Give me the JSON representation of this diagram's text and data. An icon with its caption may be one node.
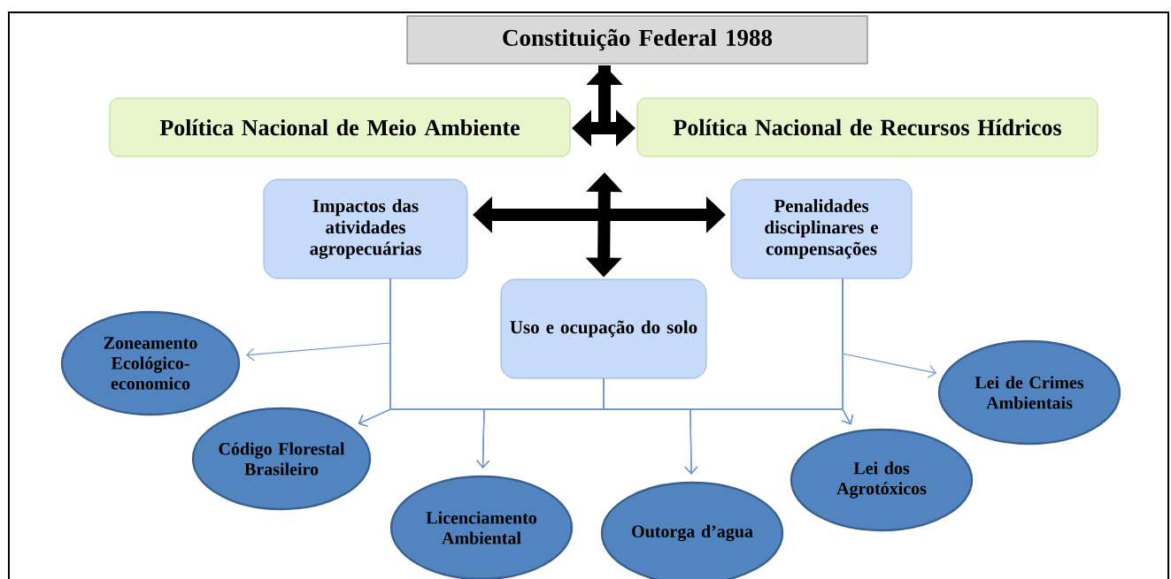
{
  "diagram": {
    "nodes": [
      {
        "text": [
          "Constituição Federal 1988"
        ]
      },
      {
        "text": [
          "Política Nacional de Meio Ambiente"
        ]
      },
      {
        "text": [
          "Política Nacional de Recursos Hídricos"
        ]
      },
      {
        "text": [
          "Impactos das atividades agropecuárias"
        ]
      },
      {
        "text": [
          "Penalidades disciplinares e compensações"
        ]
      },
      {
        "text": [
          "Uso e ocupação do solo"
        ]
      },
      {
        "text": [
          "Zoneamento Ecológico-economico"
        ]
      },
      {
        "text": [
          "Código Florestal Brasileiro"
        ]
      },
      {
        "text": [
          "Licenciamento Ambiental"
        ]
      },
      {
        "text": [
          "Outorga d’agua"
        ]
      },
      {
        "text": [
          "Lei dos Agrotóxicos"
        ]
      },
      {
        "text": [
          "Lei de Crimes Ambientais"
        ]
      }
    ],
    "edges": [
      {
        "from": 1,
        "to": 0,
        "arrow": "both",
        "style": "thick",
        "color": "#000000"
      },
      {
        "from": 0,
        "to": 2,
        "arrow": "to",
        "style": "thick",
        "color": "#000000"
      },
      {
        "from": 3,
        "to": 4,
        "arrow": "both",
        "style": "thick",
        "color": "#000000"
      },
      {
        "from": null,
        "to": 5,
        "arrow": "both",
        "style": "thick",
        "color": "#000000"
      },
      {
        "from": 3,
        "to": 6,
        "arrow": "to"
      },
      {
        "from": 3,
        "to": 7,
        "arrow": "to"
      },
      {
        "from": 3,
        "to": 8,
        "arrow": "to"
      },
      {
        "from": 3,
        "to": 9,
        "arrow": "to"
      },
      {
        "from": 3,
        "to": 10,
        "arrow": "to"
      },
      {
        "from": 5,
        "to": 7,
        "arrow": "to"
      },
      {
        "from": 5,
        "to": 8,
        "arrow": "to"
      },
      {
        "from": 5,
        "to": 9,
        "arrow": "to"
      },
      {
        "from": 5,
        "to": 10,
        "arrow": "to"
      },
      {
        "from": 4,
        "to": 7,
        "arrow": "to"
      },
      {
        "from": 4,
        "to": 8,
        "arrow": "to"
      },
      {
        "from": 4,
        "to": 9,
        "arrow": "to"
      },
      {
        "from": 4,
        "to": 10,
        "arrow": "to"
      },
      {
        "from": 4,
        "to": 11,
        "arrow": "to"
      }
    ]
  }
}
